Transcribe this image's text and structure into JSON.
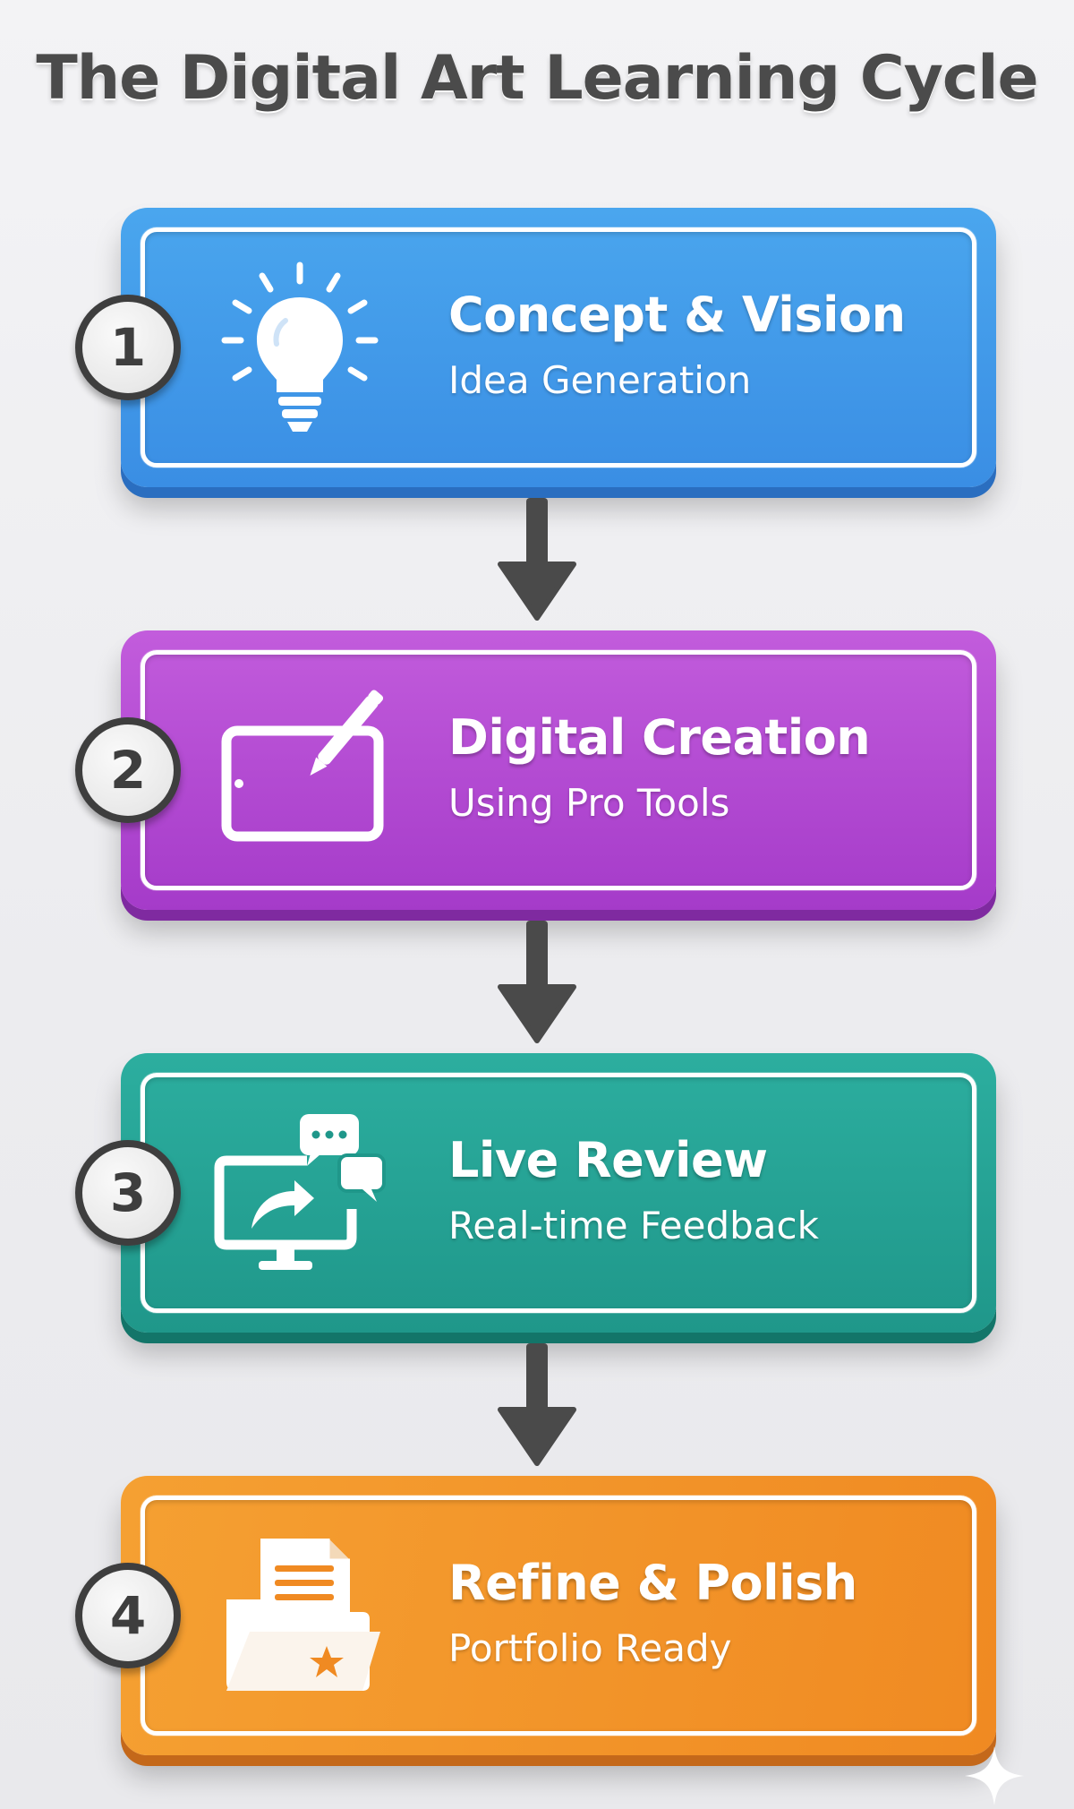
{
  "title": "The Digital Art Learning Cycle",
  "colors": {
    "step1": "#3a8ee4",
    "step2": "#a53bc9",
    "step3": "#1f978a",
    "step4": "#f08a22",
    "badge_border": "#3e3e3e",
    "arrow": "#4a4a4a",
    "title_text": "#4b4b4b"
  },
  "steps": [
    {
      "number": "1",
      "heading": "Concept & Vision",
      "subtitle": "Idea Generation",
      "icon": "lightbulb-icon"
    },
    {
      "number": "2",
      "heading": "Digital Creation",
      "subtitle": "Using Pro Tools",
      "icon": "drawing-tablet-icon"
    },
    {
      "number": "3",
      "heading": "Live Review",
      "subtitle": "Real-time Feedback",
      "icon": "monitor-feedback-icon"
    },
    {
      "number": "4",
      "heading": "Refine & Polish",
      "subtitle": "Portfolio Ready",
      "icon": "portfolio-folder-icon"
    }
  ],
  "connectors": [
    "arrow-down-icon",
    "arrow-down-icon",
    "arrow-down-icon"
  ]
}
